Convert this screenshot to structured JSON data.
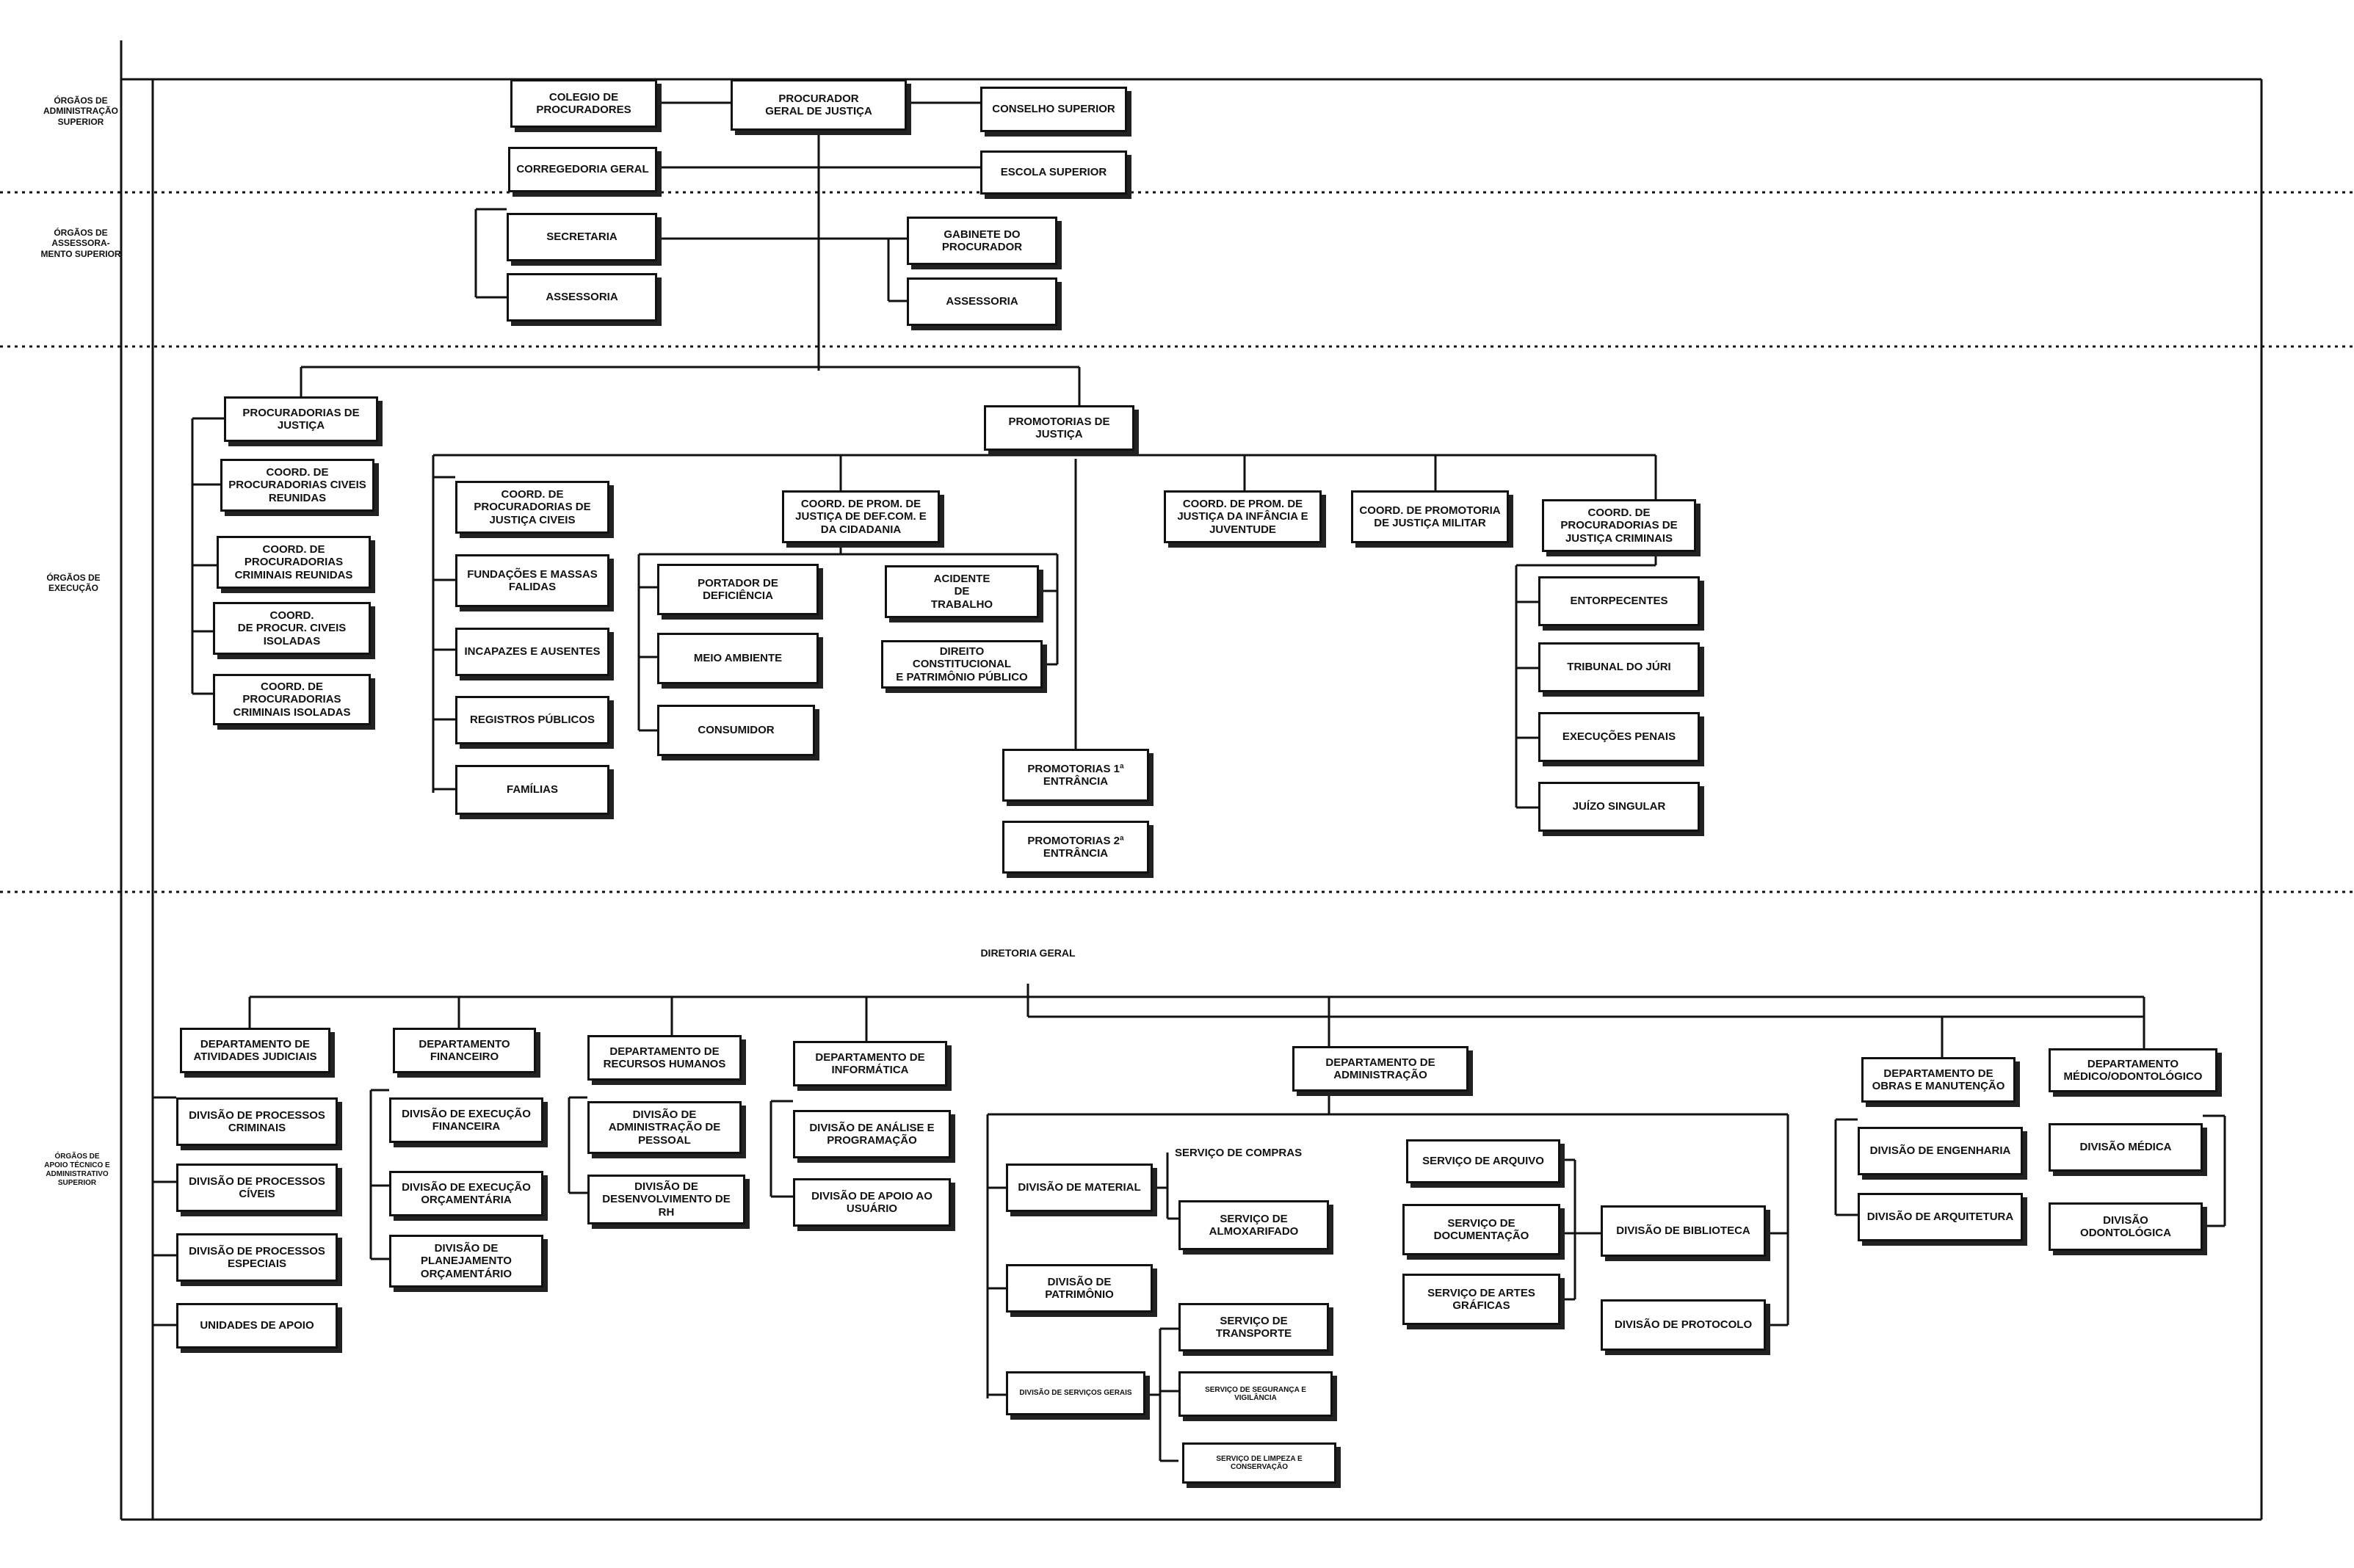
{
  "sections": {
    "admin_superior": "ÓRGÃOS DE\nADMINISTRAÇÃO\nSUPERIOR",
    "assessoramento": "ÓRGÃOS DE\nASSESSORA-\nMENTO SUPERIOR",
    "execucao": "ÓRGÃOS DE\nEXECUÇÃO",
    "apoio": "ÓRGÃOS DE\nAPOIO TÉCNICO E\nADMINISTRATIVO\nSUPERIOR"
  },
  "admin": {
    "colegio": "COLEGIO DE\nPROCURADORES",
    "procurador": "PROCURADOR\nGERAL DE JUSTIÇA",
    "conselho": "CONSELHO SUPERIOR",
    "corregedoria": "CORREGEDORIA GERAL",
    "escola": "ESCOLA SUPERIOR"
  },
  "assessoramento": {
    "secretaria": "SECRETARIA",
    "assessoria_left": "ASSESSORIA",
    "gabinete": "GABINETE DO\nPROCURADOR",
    "assessoria_right": "ASSESSORIA"
  },
  "execucao": {
    "procuradorias": "PROCURADORIAS DE\nJUSTIÇA",
    "proc_children": [
      "COORD. DE\nPROCURADORIAS CIVEIS\nREUNIDAS",
      "COORD. DE\nPROCURADORIAS\nCRIMINAIS REUNIDAS",
      "COORD.\nDE PROCUR. CIVEIS\nISOLADAS",
      "COORD. DE\nPROCURADORIAS\nCRIMINAIS ISOLADAS"
    ],
    "promotorias": "PROMOTORIAS DE\nJUSTIÇA",
    "coord_civeis": "COORD. DE\nPROCURADORIAS DE\nJUSTIÇA CIVEIS",
    "civeis_children": [
      "FUNDAÇÕES E MASSAS\nFALIDAS",
      "INCAPAZES E AUSENTES",
      "REGISTROS PÚBLICOS",
      "FAMÍLIAS"
    ],
    "coord_def": "COORD. DE PROM. DE\nJUSTIÇA DE DEF.COM. E\nDA CIDADANIA",
    "def_left": [
      "PORTADOR DE\nDEFICIÊNCIA",
      "MEIO AMBIENTE",
      "CONSUMIDOR"
    ],
    "def_right": [
      "ACIDENTE\nDE\nTRABALHO",
      "DIREITO CONSTITUCIONAL\nE PATRIMÔNIO PÚBLICO"
    ],
    "prom_1": "PROMOTORIAS 1ª\nENTRÂNCIA",
    "prom_2": "PROMOTORIAS 2ª\nENTRÂNCIA",
    "coord_infancia": "COORD. DE PROM. DE\nJUSTIÇA DA INFÂNCIA E\nJUVENTUDE",
    "coord_militar": "COORD. DE PROMOTORIA\nDE JUSTIÇA MILITAR",
    "coord_criminais": "COORD. DE\nPROCURADORIAS DE\nJUSTIÇA CRIMINAIS",
    "criminais_children": [
      "ENTORPECENTES",
      "TRIBUNAL DO JÚRI",
      "EXECUÇÕES PENAIS",
      "JUÍZO SINGULAR"
    ]
  },
  "apoio": {
    "diretoria": "DIRETORIA GERAL",
    "dep_judiciais": "DEPARTAMENTO DE\nATIVIDADES JUDICIAIS",
    "judiciais_children": [
      "DIVISÃO DE PROCESSOS\nCRIMINAIS",
      "DIVISÃO DE PROCESSOS\nCÍVEIS",
      "DIVISÃO DE PROCESSOS\nESPECIAIS",
      "UNIDADES DE APOIO"
    ],
    "dep_financeiro": "DEPARTAMENTO\nFINANCEIRO",
    "financeiro_children": [
      "DIVISÃO DE EXECUÇÃO\nFINANCEIRA",
      "DIVISÃO DE EXECUÇÃO\nORÇAMENTÁRIA",
      "DIVISÃO DE\nPLANEJAMENTO\nORÇAMENTÁRIO"
    ],
    "dep_rh": "DEPARTAMENTO DE\nRECURSOS HUMANOS",
    "rh_children": [
      "DIVISÃO DE\nADMINISTRAÇÃO DE\nPESSOAL",
      "DIVISÃO DE\nDESENVOLVIMENTO DE\nRH"
    ],
    "dep_informatica": "DEPARTAMENTO DE\nINFORMÁTICA",
    "informatica_children": [
      "DIVISÃO DE ANÁLISE E\nPROGRAMAÇÃO",
      "DIVISÃO DE APOIO AO\nUSUÁRIO"
    ],
    "dep_administracao": "DEPARTAMENTO DE\nADMINISTRAÇÃO",
    "div_material": "DIVISÃO DE MATERIAL",
    "serv_compras": "SERVIÇO DE COMPRAS",
    "serv_almox": "SERVIÇO DE\nALMOXARIFADO",
    "div_patrimonio": "DIVISÃO DE PATRIMÔNIO",
    "div_servicos": "DIVISÃO DE SERVIÇOS GERAIS",
    "serv_transporte": "SERVIÇO DE\nTRANSPORTE",
    "serv_seguranca": "SERVIÇO DE SEGURANÇA E\nVIGILÂNCIA",
    "serv_limpeza": "SERVIÇO DE LIMPEZA E\nCONSERVAÇÃO",
    "serv_arquivo": "SERVIÇO DE ARQUIVO",
    "serv_documentacao": "SERVIÇO DE\nDOCUMENTAÇÃO",
    "serv_artes": "SERVIÇO DE ARTES\nGRÁFICAS",
    "div_biblioteca": "DIVISÃO DE BIBLIOTECA",
    "div_protocolo": "DIVISÃO DE PROTOCOLO",
    "dep_obras": "DEPARTAMENTO DE\nOBRAS E MANUTENÇÃO",
    "obras_children": [
      "DIVISÃO DE ENGENHARIA",
      "DIVISÃO DE ARQUITETURA"
    ],
    "dep_medico": "DEPARTAMENTO\nMÉDICO/ODONTOLÓGICO",
    "medico_children": [
      "DIVISÃO MÉDICA",
      "DIVISÃO ODONTOLÓGICA"
    ]
  }
}
